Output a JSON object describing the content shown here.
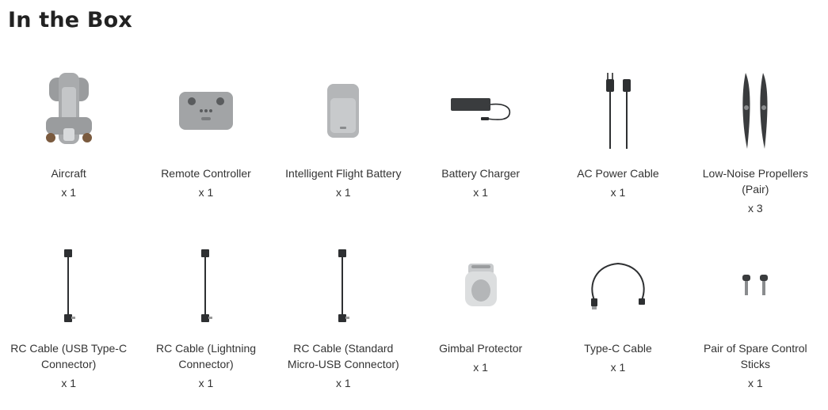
{
  "page_title": "In the Box",
  "items": [
    {
      "name": "Aircraft",
      "qty": "x 1",
      "icon": "aircraft-image"
    },
    {
      "name": "Remote Controller",
      "qty": "x 1",
      "icon": "remote-controller-image"
    },
    {
      "name": "Intelligent Flight Battery",
      "qty": "x 1",
      "icon": "battery-image"
    },
    {
      "name": "Battery Charger",
      "qty": "x 1",
      "icon": "battery-charger-image"
    },
    {
      "name": "AC Power Cable",
      "qty": "x 1",
      "icon": "ac-power-cable-image"
    },
    {
      "name": "Low-Noise Propellers (Pair)",
      "qty": "x 3",
      "icon": "propellers-image"
    },
    {
      "name": "RC Cable (USB Type-C Connector)",
      "qty": "x 1",
      "icon": "rc-cable-usbc-image"
    },
    {
      "name": "RC Cable (Lightning Connector)",
      "qty": "x 1",
      "icon": "rc-cable-lightning-image"
    },
    {
      "name": "RC Cable (Standard Micro-USB Connector)",
      "qty": "x 1",
      "icon": "rc-cable-microusb-image"
    },
    {
      "name": "Gimbal Protector",
      "qty": "x 1",
      "icon": "gimbal-protector-image"
    },
    {
      "name": "Type-C Cable",
      "qty": "x 1",
      "icon": "type-c-cable-image"
    },
    {
      "name": "Pair of Spare Control Sticks",
      "qty": "x 1",
      "icon": "control-sticks-image"
    }
  ]
}
